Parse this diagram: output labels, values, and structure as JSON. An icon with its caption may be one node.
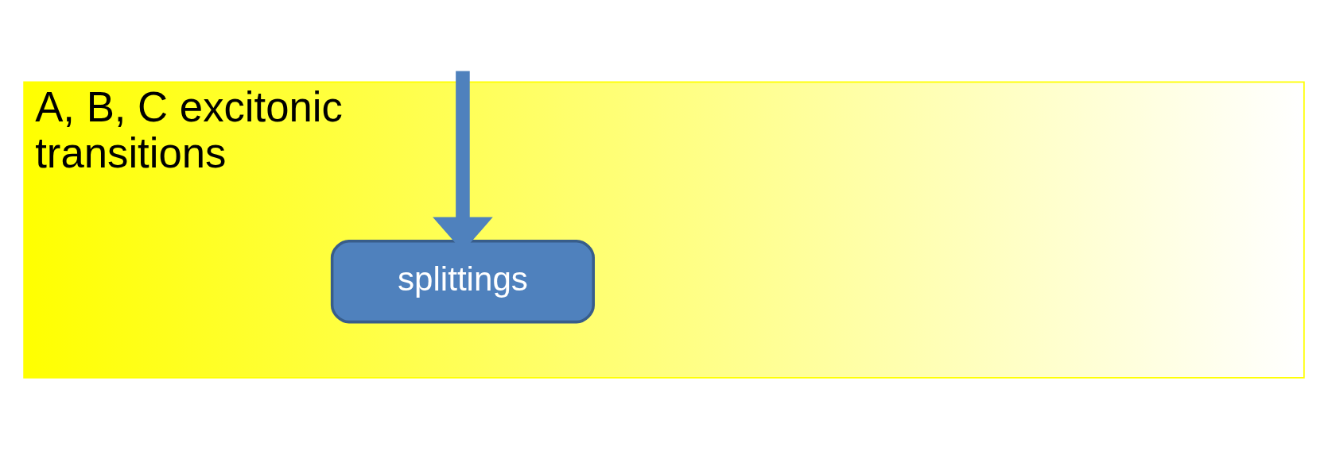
{
  "diagram": {
    "nodes": [
      {
        "text": [
          "A, B, C excitonic transitions"
        ]
      },
      {
        "text": [
          "splittings"
        ],
        "in": 0
      }
    ],
    "edges": [
      {
        "from": null,
        "to": 1,
        "arrow": "to"
      }
    ]
  }
}
